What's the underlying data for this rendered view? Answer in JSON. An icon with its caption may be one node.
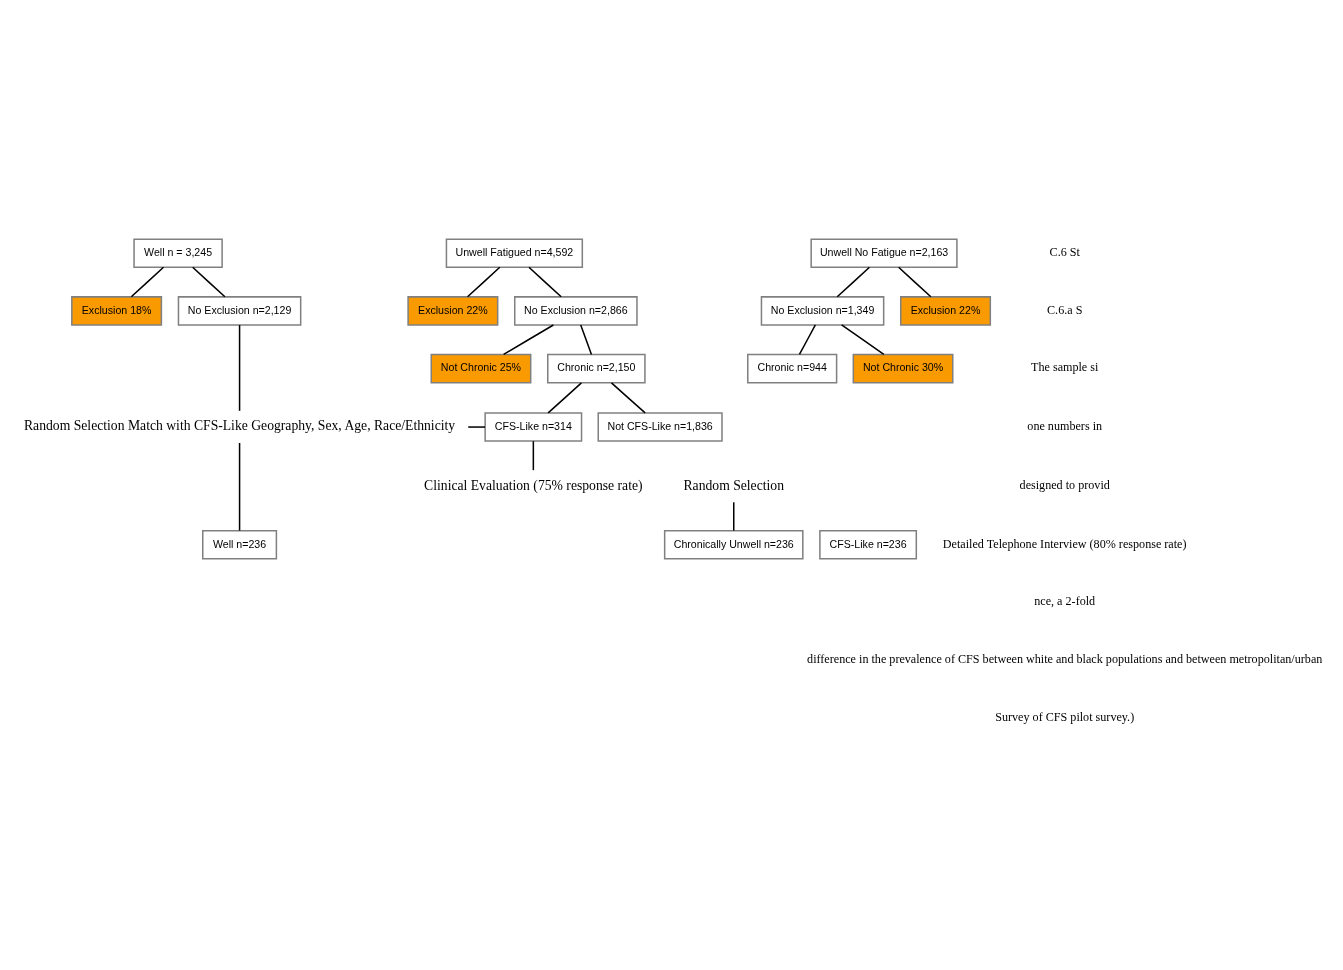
{
  "diagram": {
    "nodes": [
      {
        "text": [
          "Well n = 3,245"
        ]
      },
      {
        "text": [
          "Unwell Fatigued n=4,592"
        ]
      },
      {
        "text": [
          "Unwell No Fatigue n=2,163"
        ]
      },
      {
        "text": [
          "Exclusion 18%"
        ]
      },
      {
        "text": [
          "No Exclusion n=2,129"
        ]
      },
      {
        "text": [
          "Exclusion 22%"
        ]
      },
      {
        "text": [
          "No Exclusion n=2,866"
        ]
      },
      {
        "text": [
          "No Exclusion n=1,349"
        ]
      },
      {
        "text": [
          "Exclusion 22%"
        ]
      },
      {
        "text": [
          "Not Chronic 25%"
        ]
      },
      {
        "text": [
          "Chronic n=2,150"
        ]
      },
      {
        "text": [
          "Chronic n=944"
        ]
      },
      {
        "text": [
          "Not Chronic 30%"
        ]
      },
      {
        "text": [
          "CFS-Like n=314"
        ]
      },
      {
        "text": [
          "Not CFS-Like n=1,836"
        ]
      },
      {
        "text": [
          "Random Selection Match with CFS-Like Geography, Sex, Age, Race/Ethnicity"
        ]
      },
      {
        "text": [
          "Clinical Evaluation (75% response rate)"
        ]
      },
      {
        "text": [
          "Random Selection"
        ]
      },
      {
        "text": [
          "Well n=236"
        ]
      },
      {
        "text": [
          "CFS-Like n=236"
        ]
      },
      {
        "text": [
          "Chronically Unwell n=236"
        ]
      }
    ],
    "edges": [
      {
        "from": 0,
        "to": 3,
        "arrow": "none"
      },
      {
        "from": 0,
        "to": 4,
        "arrow": "none"
      },
      {
        "from": 1,
        "to": 5,
        "arrow": "none"
      },
      {
        "from": 1,
        "to": 6,
        "arrow": "none"
      },
      {
        "from": 2,
        "to": 7,
        "arrow": "none"
      },
      {
        "from": 2,
        "to": 8,
        "arrow": "none"
      },
      {
        "from": 6,
        "to": 9,
        "arrow": "none"
      },
      {
        "from": 6,
        "to": 10,
        "arrow": "none"
      },
      {
        "from": 7,
        "to": 11,
        "arrow": "none"
      },
      {
        "from": 7,
        "to": 12,
        "arrow": "none"
      },
      {
        "from": 10,
        "to": 13,
        "arrow": "none"
      },
      {
        "from": 10,
        "to": 14,
        "arrow": "none"
      },
      {
        "from": 4,
        "to": 15,
        "arrow": "none"
      },
      {
        "from": 15,
        "to": 13,
        "arrow": "none"
      },
      {
        "from": 15,
        "to": 18,
        "arrow": "none"
      },
      {
        "from": 13,
        "to": 16,
        "arrow": "none"
      },
      {
        "from": 17,
        "to": 20,
        "arrow": "none"
      }
    ],
    "labels": [
      "C.6 St",
      "C.6.a S",
      "The sample si",
      "one numbers in",
      "designed to provid",
      "Detailed Telephone Interview (80% response rate)",
      "nce, a 2-fold",
      "difference in the prevalence of CFS between white and black populations and between metropolitan/urban",
      "Survey of CFS pilot survey.)"
    ]
  }
}
